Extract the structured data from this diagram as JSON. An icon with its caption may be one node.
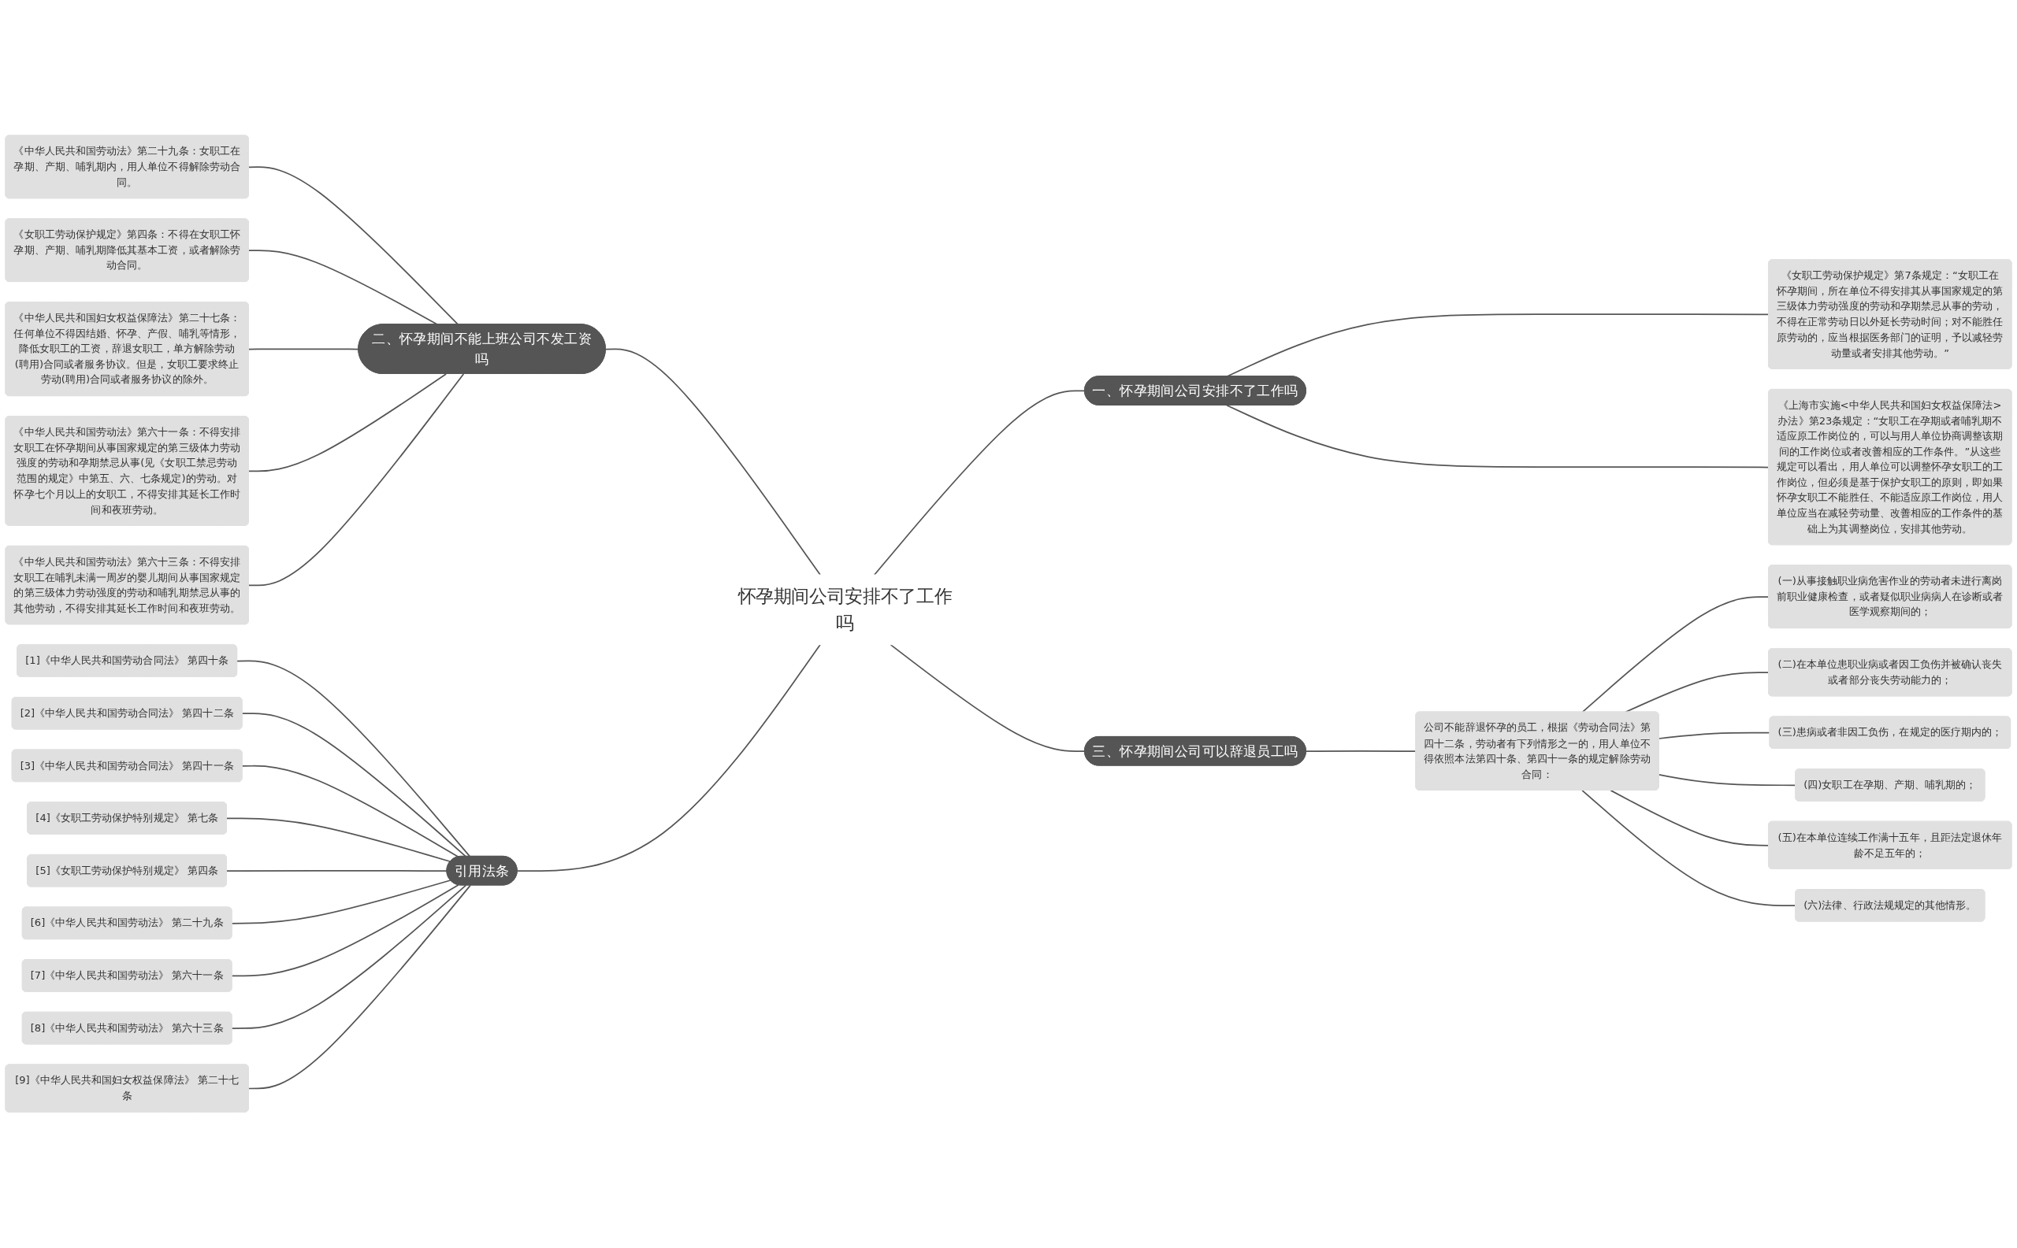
{
  "diagram": {
    "nodes": [
      {
        "text": [
          "怀孕期间公司安排不了工作吗"
        ]
      },
      {
        "text": [
          "二、怀孕期间不能上班公司不发工资吗"
        ]
      },
      {
        "text": [
          "《中华人民共和国劳动法》第二十九条：女职工在孕期、产期、哺乳期内，用人单位不得解除劳动合同。"
        ]
      },
      {
        "text": [
          "《女职工劳动保护规定》第四条：不得在女职工怀孕期、产期、哺乳期降低其基本工资，或者解除劳动合同。"
        ]
      },
      {
        "text": [
          "《中华人民共和国妇女权益保障法》第二十七条：任何单位不得因结婚、怀孕、产假、哺乳等情形，降低女职工的工资，辞退女职工，单方解除劳动(聘用)合同或者服务协议。但是，女职工要求终止劳动(聘用)合同或者服务协议的除外。"
        ]
      },
      {
        "text": [
          "《中华人民共和国劳动法》第六十一条：不得安排女职工在怀孕期间从事国家规定的第三级体力劳动强度的劳动和孕期禁忌从事(见《女职工禁忌劳动范围的规定》中第五、六、七条规定)的劳动。对怀孕七个月以上的女职工，不得安排其延长工作时间和夜班劳动。"
        ]
      },
      {
        "text": [
          "《中华人民共和国劳动法》第六十三条：不得安排女职工在哺乳未满一周岁的婴儿期间从事国家规定的第三级体力劳动强度的劳动和哺乳期禁忌从事的其他劳动，不得安排其延长工作时间和夜班劳动。"
        ]
      },
      {
        "text": [
          "一、怀孕期间公司安排不了工作吗"
        ]
      },
      {
        "text": [
          "《女职工劳动保护规定》第7条规定：“女职工在怀孕期间，所在单位不得安排其从事国家规定的第三级体力劳动强度的劳动和孕期禁忌从事的劳动，不得在正常劳动日以外延长劳动时间；对不能胜任原劳动的，应当根据医务部门的证明，予以减轻劳动量或者安排其他劳动。”"
        ]
      },
      {
        "text": [
          "《上海市实施<中华人民共和国妇女权益保障法>办法》第23条规定：“女职工在孕期或者哺乳期不适应原工作岗位的，可以与用人单位协商调整该期间的工作岗位或者改善相应的工作条件。”从这些规定可以看出，用人单位可以调整怀孕女职工的工作岗位，但必须是基于保护女职工的原则，即如果怀孕女职工不能胜任、不能适应原工作岗位，用人单位应当在减轻劳动量、改善相应的工作条件的基础上为其调整岗位，安排其他劳动。"
        ]
      },
      {
        "text": [
          "三、怀孕期间公司可以辞退员工吗"
        ]
      },
      {
        "text": [
          "公司不能辞退怀孕的员工，根据《劳动合同法》第四十二条，劳动者有下列情形之一的，用人单位不得依照本法第四十条、第四十一条的规定解除劳动合同："
        ]
      },
      {
        "text": [
          "(一)从事接触职业病危害作业的劳动者未进行离岗前职业健康检查，或者疑似职业病病人在诊断或者医学观察期间的；"
        ]
      },
      {
        "text": [
          "(二)在本单位患职业病或者因工负伤并被确认丧失或者部分丧失劳动能力的；"
        ]
      },
      {
        "text": [
          "(三)患病或者非因工负伤，在规定的医疗期内的；"
        ]
      },
      {
        "text": [
          "(四)女职工在孕期、产期、哺乳期的；"
        ]
      },
      {
        "text": [
          "(五)在本单位连续工作满十五年，且距法定退休年龄不足五年的；"
        ]
      },
      {
        "text": [
          "(六)法律、行政法规规定的其他情形。"
        ]
      },
      {
        "text": [
          "引用法条"
        ]
      },
      {
        "text": [
          "[1]《中华人民共和国劳动合同法》 第四十条"
        ]
      },
      {
        "text": [
          "[2]《中华人民共和国劳动合同法》 第四十二条"
        ]
      },
      {
        "text": [
          "[3]《中华人民共和国劳动合同法》 第四十一条"
        ]
      },
      {
        "text": [
          "[4]《女职工劳动保护特别规定》 第七条"
        ]
      },
      {
        "text": [
          "[5]《女职工劳动保护特别规定》 第四条"
        ]
      },
      {
        "text": [
          "[6]《中华人民共和国劳动法》 第二十九条"
        ]
      },
      {
        "text": [
          "[7]《中华人民共和国劳动法》 第六十一条"
        ]
      },
      {
        "text": [
          "[8]《中华人民共和国劳动法》 第六十三条"
        ]
      },
      {
        "text": [
          "[9]《中华人民共和国妇女权益保障法》 第二十七条"
        ]
      }
    ],
    "edges": [
      {
        "from": 0,
        "to": 1,
        "arrow": "none"
      },
      {
        "from": 1,
        "to": 2,
        "arrow": "none"
      },
      {
        "from": 1,
        "to": 3,
        "arrow": "none"
      },
      {
        "from": 1,
        "to": 4,
        "arrow": "none"
      },
      {
        "from": 1,
        "to": 5,
        "arrow": "none"
      },
      {
        "from": 1,
        "to": 6,
        "arrow": "none"
      },
      {
        "from": 0,
        "to": 7,
        "arrow": "none"
      },
      {
        "from": 7,
        "to": 8,
        "arrow": "none"
      },
      {
        "from": 7,
        "to": 9,
        "arrow": "none"
      },
      {
        "from": 0,
        "to": 10,
        "arrow": "none"
      },
      {
        "from": 10,
        "to": 11,
        "arrow": "none"
      },
      {
        "from": 11,
        "to": 12,
        "arrow": "none"
      },
      {
        "from": 11,
        "to": 13,
        "arrow": "none"
      },
      {
        "from": 11,
        "to": 14,
        "arrow": "none"
      },
      {
        "from": 11,
        "to": 15,
        "arrow": "none"
      },
      {
        "from": 11,
        "to": 16,
        "arrow": "none"
      },
      {
        "from": 11,
        "to": 17,
        "arrow": "none"
      },
      {
        "from": 0,
        "to": 18,
        "arrow": "none"
      },
      {
        "from": 18,
        "to": 19,
        "arrow": "none"
      },
      {
        "from": 18,
        "to": 20,
        "arrow": "none"
      },
      {
        "from": 18,
        "to": 21,
        "arrow": "none"
      },
      {
        "from": 18,
        "to": 22,
        "arrow": "none"
      },
      {
        "from": 18,
        "to": 23,
        "arrow": "none"
      },
      {
        "from": 18,
        "to": 24,
        "arrow": "none"
      },
      {
        "from": 18,
        "to": 25,
        "arrow": "none"
      },
      {
        "from": 18,
        "to": 26,
        "arrow": "none"
      },
      {
        "from": 18,
        "to": 27,
        "arrow": "none"
      }
    ]
  }
}
